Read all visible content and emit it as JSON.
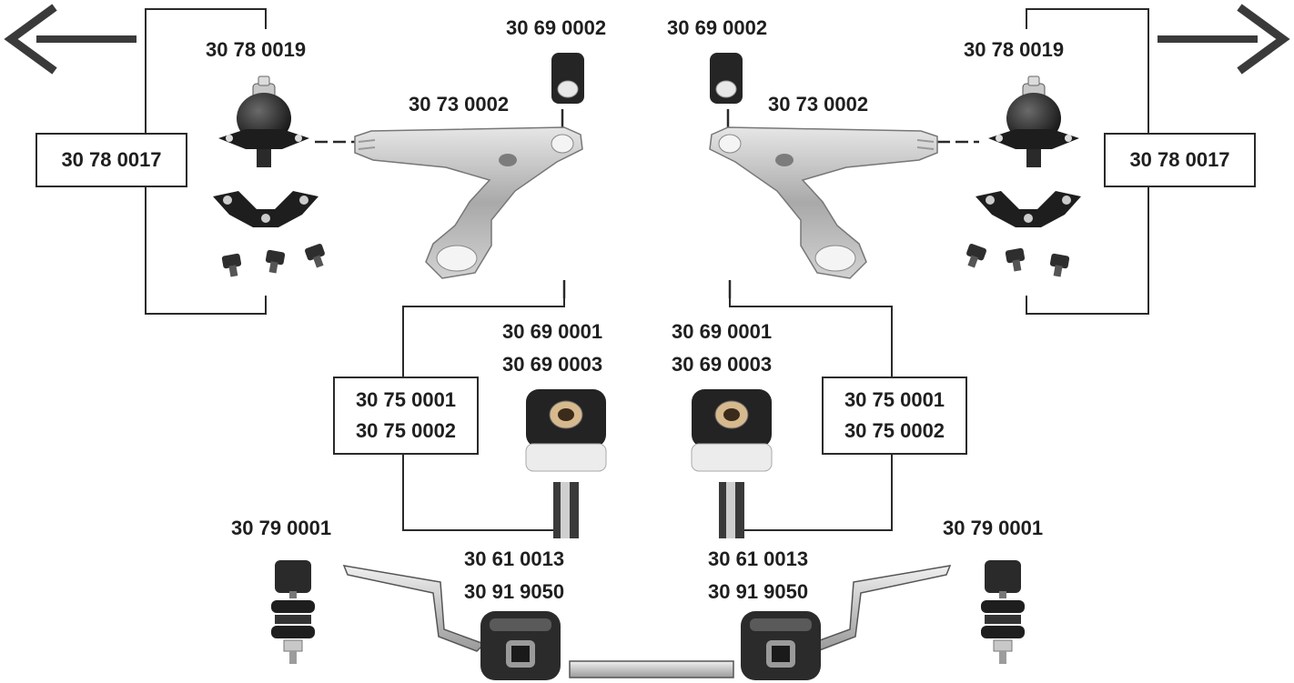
{
  "labels": {
    "ball_joint": "30 78 0019",
    "ball_joint_kit": "30 78 0017",
    "control_arm": "30 73 0002",
    "front_bushing": "30 69 0002",
    "rear_bushing_a": "30 69 0001",
    "rear_bushing_b": "30 69 0003",
    "bushing_kit_a": "30 75 0001",
    "bushing_kit_b": "30 75 0002",
    "stabilizer_link": "30 79 0001",
    "stabilizer_mount_a": "30 61 0013",
    "stabilizer_mount_b": "30 91 9050"
  },
  "icons": [
    "arrow-left-icon",
    "arrow-right-icon"
  ],
  "colors": {
    "line": "#2a2a2a",
    "arrow": "#3a3a3a",
    "part_dark": "#2b2b2b",
    "part_light": "#bcbcbc",
    "part_mid": "#8a8a8a"
  }
}
